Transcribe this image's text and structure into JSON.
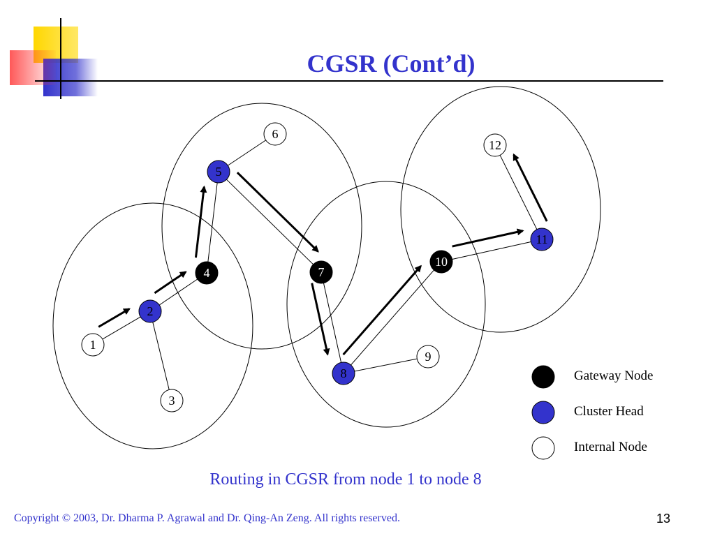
{
  "title": "CGSR (Cont’d)",
  "caption": "Routing in CGSR from node 1 to node 8",
  "footer": "Copyright © 2003, Dr. Dharma P. Agrawal and Dr. Qing-An Zeng. All rights reserved.",
  "page_number": "13",
  "colors": {
    "accent_blue": "#3333cc",
    "cluster_head": "#3333cc",
    "gateway": "#000000",
    "internal": "#ffffff",
    "logo_yellow": "#ffd700",
    "logo_red": "#ff4a4a",
    "logo_blue": "#3333cc"
  },
  "nodes": [
    {
      "id": "1",
      "label": "1",
      "type": "internal"
    },
    {
      "id": "2",
      "label": "2",
      "type": "cluster_head"
    },
    {
      "id": "3",
      "label": "3",
      "type": "internal"
    },
    {
      "id": "4",
      "label": "4",
      "type": "gateway"
    },
    {
      "id": "5",
      "label": "5",
      "type": "cluster_head"
    },
    {
      "id": "6",
      "label": "6",
      "type": "internal"
    },
    {
      "id": "7",
      "label": "7",
      "type": "gateway"
    },
    {
      "id": "8",
      "label": "8",
      "type": "cluster_head"
    },
    {
      "id": "9",
      "label": "9",
      "type": "internal"
    },
    {
      "id": "10",
      "label": "10",
      "type": "gateway"
    },
    {
      "id": "11",
      "label": "11",
      "type": "cluster_head"
    },
    {
      "id": "12",
      "label": "12",
      "type": "internal"
    }
  ],
  "links": [
    [
      "1",
      "2"
    ],
    [
      "2",
      "3"
    ],
    [
      "2",
      "4"
    ],
    [
      "4",
      "5"
    ],
    [
      "5",
      "6"
    ],
    [
      "5",
      "7"
    ],
    [
      "7",
      "8"
    ],
    [
      "8",
      "9"
    ],
    [
      "8",
      "10"
    ],
    [
      "10",
      "11"
    ],
    [
      "11",
      "12"
    ]
  ],
  "route": [
    "1",
    "2",
    "4",
    "5",
    "7",
    "8",
    "10",
    "11",
    "12"
  ],
  "legend": [
    {
      "label": "Gateway Node",
      "type": "gateway"
    },
    {
      "label": "Cluster Head",
      "type": "cluster_head"
    },
    {
      "label": "Internal Node",
      "type": "internal"
    }
  ]
}
